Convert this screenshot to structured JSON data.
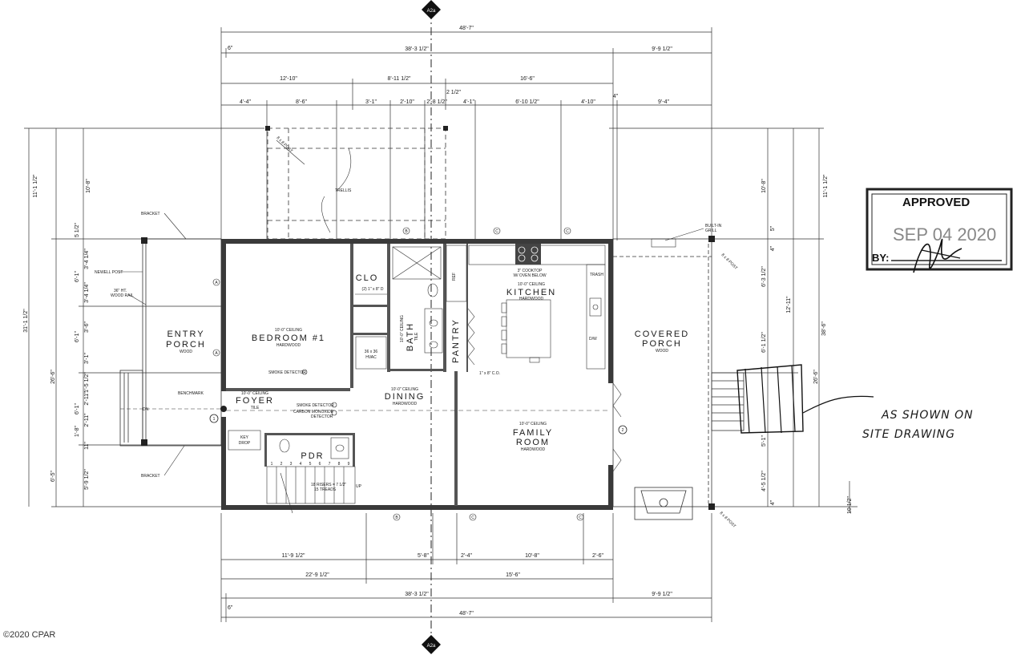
{
  "section_marker": "A2a",
  "dims_top": {
    "overall": "48'-7\"",
    "left_small": "6\"",
    "main": "38'-3 1/2\"",
    "right": "9'-9 1/2\"",
    "row2": [
      "12'-10\"",
      "8'-11 1/2\"",
      "16'-6\""
    ],
    "row2_small": "2 1/2\"",
    "row3": [
      "4'-4\"",
      "8'-6\"",
      "3'-1\"",
      "2'-10\"",
      "2'-8 1/2\"",
      "4'-1\"",
      "6'-10 1/2\"",
      "4'-10\"",
      "9'-4\""
    ],
    "row3_small": "4\""
  },
  "dims_left": [
    "11'-1 1/2\"",
    "10'-8\"",
    "31'-1 1/2\"",
    "26'-6\"",
    "6'-1\"",
    "3'-4 1/4\"",
    "3'-4 1/4\"",
    "6'-1\"",
    "3'-6\"",
    "3'-1\"",
    "1'-5 1/2\"",
    "2'-11\"",
    "6'-1\"",
    "2'-11\"",
    "1'-8\"",
    "11\"",
    "6'-5\"",
    "5'-9 1/2\"",
    "5 1/2\""
  ],
  "dims_right": [
    "11'-1 1/2\"",
    "10'-8\"",
    "38'-6\"",
    "12'-11\"",
    "6'-3 1/2\"",
    "6'-1 1/2\"",
    "26'-6\"",
    "4\"",
    "5'-1\"",
    "4'-5 1/2\"",
    "4\"",
    "10 1/2\"",
    "5\""
  ],
  "dims_bottom": {
    "row1": [
      "11'-9 1/2\"",
      "5'-8\"",
      "2'-4\"",
      "10'-8\"",
      "2'-6\""
    ],
    "row2": [
      "22'-9 1/2\"",
      "15'-6\""
    ],
    "row3_main": "38'-3 1/2\"",
    "row3_right": "9'-9 1/2\"",
    "small": "6\"",
    "overall": "48'-7\""
  },
  "rooms": {
    "entry_porch": {
      "line1": "ENTRY",
      "line2": "PORCH",
      "finish": "WOOD"
    },
    "bedroom": {
      "ceiling": "10'-0\" CEILING",
      "name": "BEDROOM #1",
      "finish": "HARDWOOD"
    },
    "clo": {
      "name": "CLO",
      "note": "(2) 1\" x 8\" D"
    },
    "bath": {
      "ceiling": "10'-0\" CEILING",
      "name": "BATH",
      "finish": "TILE"
    },
    "hvac": {
      "name": "36 x 36",
      "sub": "HVAC"
    },
    "kitchen": {
      "note1": "3\" COOKTOP",
      "note2": "W/ OVEN BELOW",
      "ceiling": "10'-0\" CEILING",
      "name": "KITCHEN",
      "finish": "HARDWOOD"
    },
    "pantry": {
      "name": "PANTRY"
    },
    "covered_porch": {
      "line1": "COVERED",
      "line2": "PORCH",
      "finish": "WOOD"
    },
    "foyer": {
      "ceiling": "10'-0\" CEILING",
      "name": "FOYER",
      "finish": "TILE"
    },
    "dining": {
      "ceiling": "10'-0\" CEILING",
      "name": "DINING",
      "finish": "HARDWOOD"
    },
    "family": {
      "ceiling": "10'-0\" CEILING",
      "line1": "FAMILY",
      "line2": "ROOM",
      "finish": "HARDWOOD"
    },
    "pdr": {
      "name": "PDR"
    },
    "key_drop": {
      "line1": "KEY",
      "line2": "DROP"
    }
  },
  "labels": {
    "trellis": "TRELLIS",
    "bracket_top": "BRACKET",
    "bracket_bottom": "BRACKET",
    "newell_post": "NEWELL POST",
    "wood_rail_1": "36\" HT.",
    "wood_rail_2": "WOOD RAIL",
    "benchmark": "BENCHMARK",
    "dn": "DN",
    "up": "UP",
    "built_in_grill_1": "BUILT-IN",
    "built_in_grill_2": "GRILL",
    "post_top": "8 x 8 POST",
    "post_right_top": "8 x 8 POST",
    "post_right_bottom": "8 x 8 POST",
    "smoke_detector_bed": "SMOKE DETECTOR",
    "smoke_detector_foyer": "SMOKE DETECTOR",
    "co_detector_1": "CARBON MONOXIDE",
    "co_detector_2": "DETECTOR",
    "trash": "TRASH",
    "dw": "D/W",
    "co_kitchen": "1\" x 8\" C.O.",
    "stairs_note_1": "18 RISERS = 7 1/2\"",
    "stairs_note_2": "15 TREADS",
    "ref": "REF",
    "grid_a": "A",
    "grid_b": "B",
    "grid_c": "C",
    "key_1": "1",
    "key_2": "2",
    "stair_numbers": [
      "1",
      "2",
      "3",
      "4",
      "5",
      "6",
      "7",
      "8",
      "9"
    ]
  },
  "stamp": {
    "title": "APPROVED",
    "date": "SEP 04 2020",
    "by": "BY:"
  },
  "handwritten": {
    "line1": "AS SHOWN ON",
    "line2": "SITE DRAWING"
  },
  "copyright": "©2020 CPAR"
}
